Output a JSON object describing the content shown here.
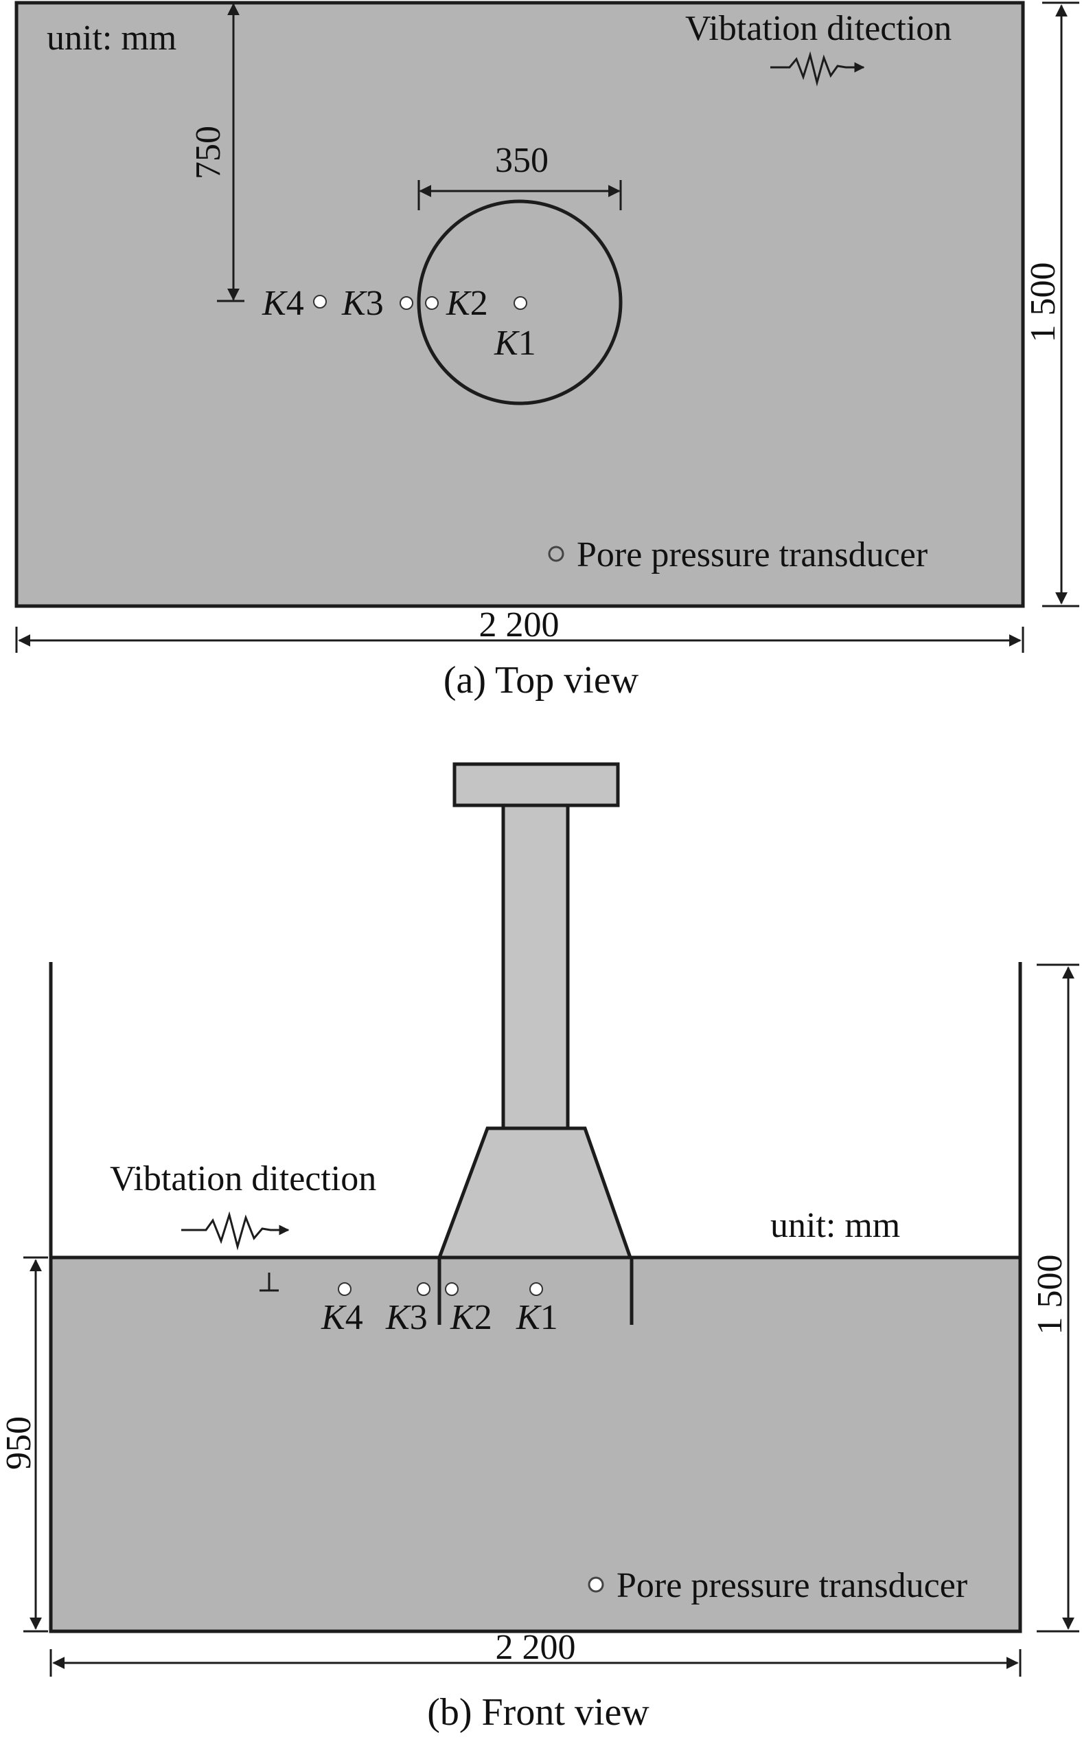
{
  "colors": {
    "soil_fill": "#b4b4b4",
    "structure_fill": "#c4c4c4",
    "outline": "#1c1c1c",
    "transducer_fill": "#ffffff",
    "background": "#ffffff"
  },
  "top_view": {
    "unit": "unit: mm",
    "vibration_label": "Vibtation ditection",
    "dim_750": "750",
    "dim_350": "350",
    "dim_1500": "1 500",
    "dim_2200": "2 200",
    "sensor_k1_letter": "K",
    "sensor_k1_number": "1",
    "sensor_k2_letter": "K",
    "sensor_k2_number": "2",
    "sensor_k3_letter": "K",
    "sensor_k3_number": "3",
    "sensor_k4_letter": "K",
    "sensor_k4_number": "4",
    "legend": "Pore pressure transducer",
    "caption": "(a) Top view"
  },
  "front_view": {
    "unit": "unit: mm",
    "vibration_label": "Vibtation ditection",
    "dim_950": "950",
    "dim_1500": "1 500",
    "dim_2200": "2 200",
    "sensor_k1_letter": "K",
    "sensor_k1_number": "1",
    "sensor_k2_letter": "K",
    "sensor_k2_number": "2",
    "sensor_k3_letter": "K",
    "sensor_k3_number": "3",
    "sensor_k4_letter": "K",
    "sensor_k4_number": "4",
    "legend": "Pore pressure transducer",
    "caption": "(b) Front view"
  }
}
